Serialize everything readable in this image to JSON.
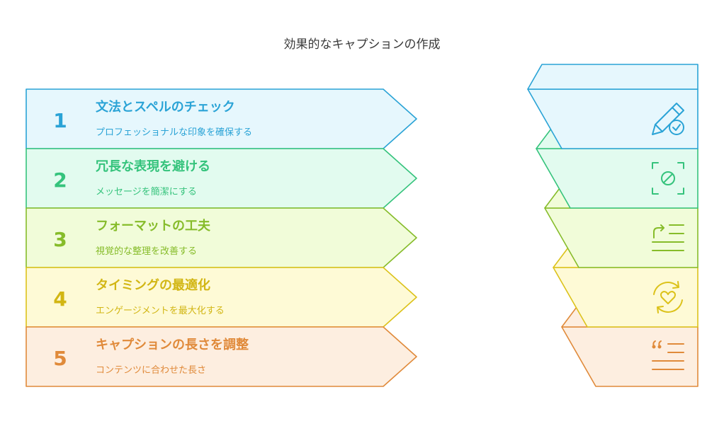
{
  "title": "効果的なキャプションの作成",
  "steps": [
    {
      "number": "1",
      "heading": "文法とスペルのチェック",
      "description": "プロフェッショナルな印象を確保する",
      "icon": "pencil-check-icon",
      "stroke": "#2aa3d6",
      "fill": "#e6f7fd",
      "text": "#2aa3d6"
    },
    {
      "number": "2",
      "heading": "冗長な表現を避ける",
      "description": "メッセージを簡潔にする",
      "icon": "no-focus-icon",
      "stroke": "#35c37c",
      "fill": "#e2fbef",
      "text": "#35c37c"
    },
    {
      "number": "3",
      "heading": "フォーマットの工夫",
      "description": "視覚的な整理を改善する",
      "icon": "format-list-icon",
      "stroke": "#86bc2a",
      "fill": "#f1fcd9",
      "text": "#86bc2a"
    },
    {
      "number": "4",
      "heading": "タイミングの最適化",
      "description": "エンゲージメントを最大化する",
      "icon": "heart-refresh-icon",
      "stroke": "#dcc21a",
      "fill": "#fefad6",
      "text": "#d2b614"
    },
    {
      "number": "5",
      "heading": "キャプションの長さを調整",
      "description": "コンテンツに合わせた長さ",
      "icon": "quote-lines-icon",
      "stroke": "#e08a3a",
      "fill": "#fdeee0",
      "text": "#e08a3a"
    }
  ]
}
